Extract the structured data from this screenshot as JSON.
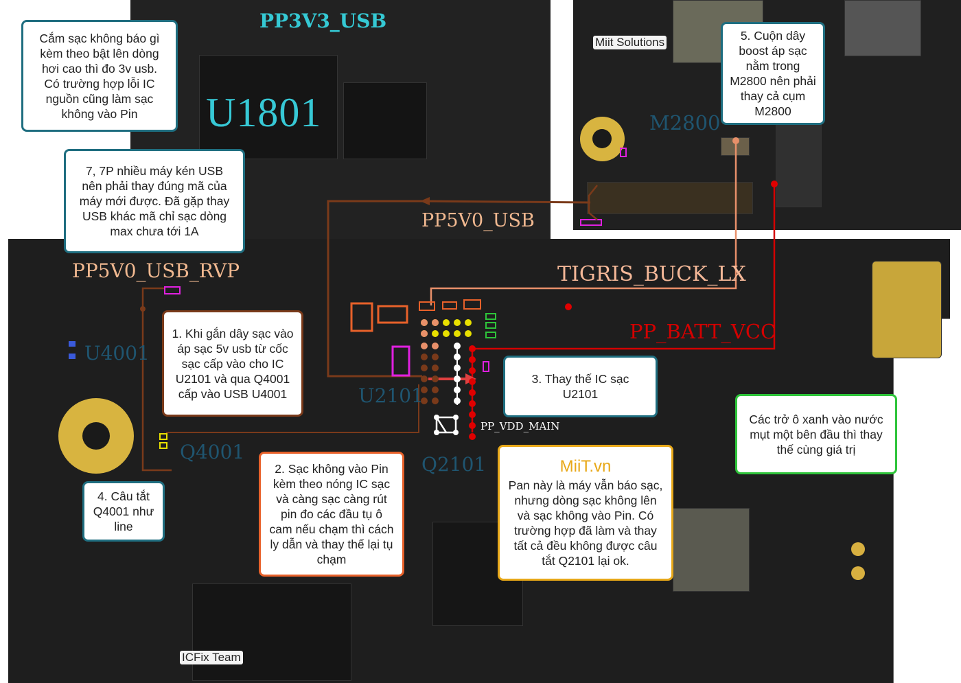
{
  "notes": {
    "n0": "Cắm sạc không báo gì\nkèm theo bật lên dòng\nhơi cao thì đo 3v usb.\nCó trường hợp lỗi IC\nnguồn cũng làm sạc\nkhông vào Pin",
    "n7": "7, 7P nhiều máy kén USB\nnên phải thay đúng mã của\nmáy mới được. Đã gặp thay\nUSB khác mã chỉ sạc dòng\nmax chưa tới 1A",
    "n5": "5. Cuộn dây\nboost áp sạc\nnằm trong\nM2800 nên phải\nthay cả cụm\nM2800",
    "n1": "1. Khi gắn dây sạc vào\náp sạc 5v usb từ cốc\nsạc cấp vào cho IC\nU2101 và qua Q4001\ncấp vào USB U4001",
    "n3": "3. Thay thế IC sạc\nU2101",
    "n2": "2. Sạc không vào Pin\nkèm theo nóng IC sạc\nvà càng sạc càng rút\npin đo các đầu tụ ô\ncam nếu chạm thì cách\nly dẫn và thay thế lại tụ\nchạm",
    "n4": "4. Câu tắt\nQ4001 như\nline",
    "green": "Các trở ô xanh vào nước\nmụt một bên đầu thì thay\nthế cùng giá trị",
    "miit_title": "MiiT.vn",
    "miit_body": "Pan này là máy vẫn báo sạc,\nnhưng dòng sạc không lên\nvà sạc không vào Pin. Có\ntrường hợp đã làm và thay\ntất cả đều không được câu\ntắt Q2101 lại ok."
  },
  "labels": {
    "pp3v3_usb": "PP3V3_USB",
    "u1801": "U1801",
    "m2800": "M2800",
    "pp5v0_usb": "PP5V0_USB",
    "pp5v0_usb_rvp": "PP5V0_USB_RVP",
    "tigris_buck_lx": "TIGRIS_BUCK_LX",
    "pp_batt_vcc": "PP_BATT_VCC",
    "u4001": "U4001",
    "u2101": "U2101",
    "q4001": "Q4001",
    "q2101": "Q2101",
    "pp_vdd_main": "PP_VDD_MAIN"
  },
  "watermarks": {
    "miit_solutions": "Miit Solutions",
    "icfix_team": "ICFix Team"
  },
  "colors": {
    "teal_border": "#1f6e80",
    "orange_border": "#e8612a",
    "gold_border": "#e8a818",
    "green_border": "#2ec43a",
    "net_red": "#d40000",
    "net_brown": "#7a3a1a",
    "net_salmon": "#e8906a"
  }
}
